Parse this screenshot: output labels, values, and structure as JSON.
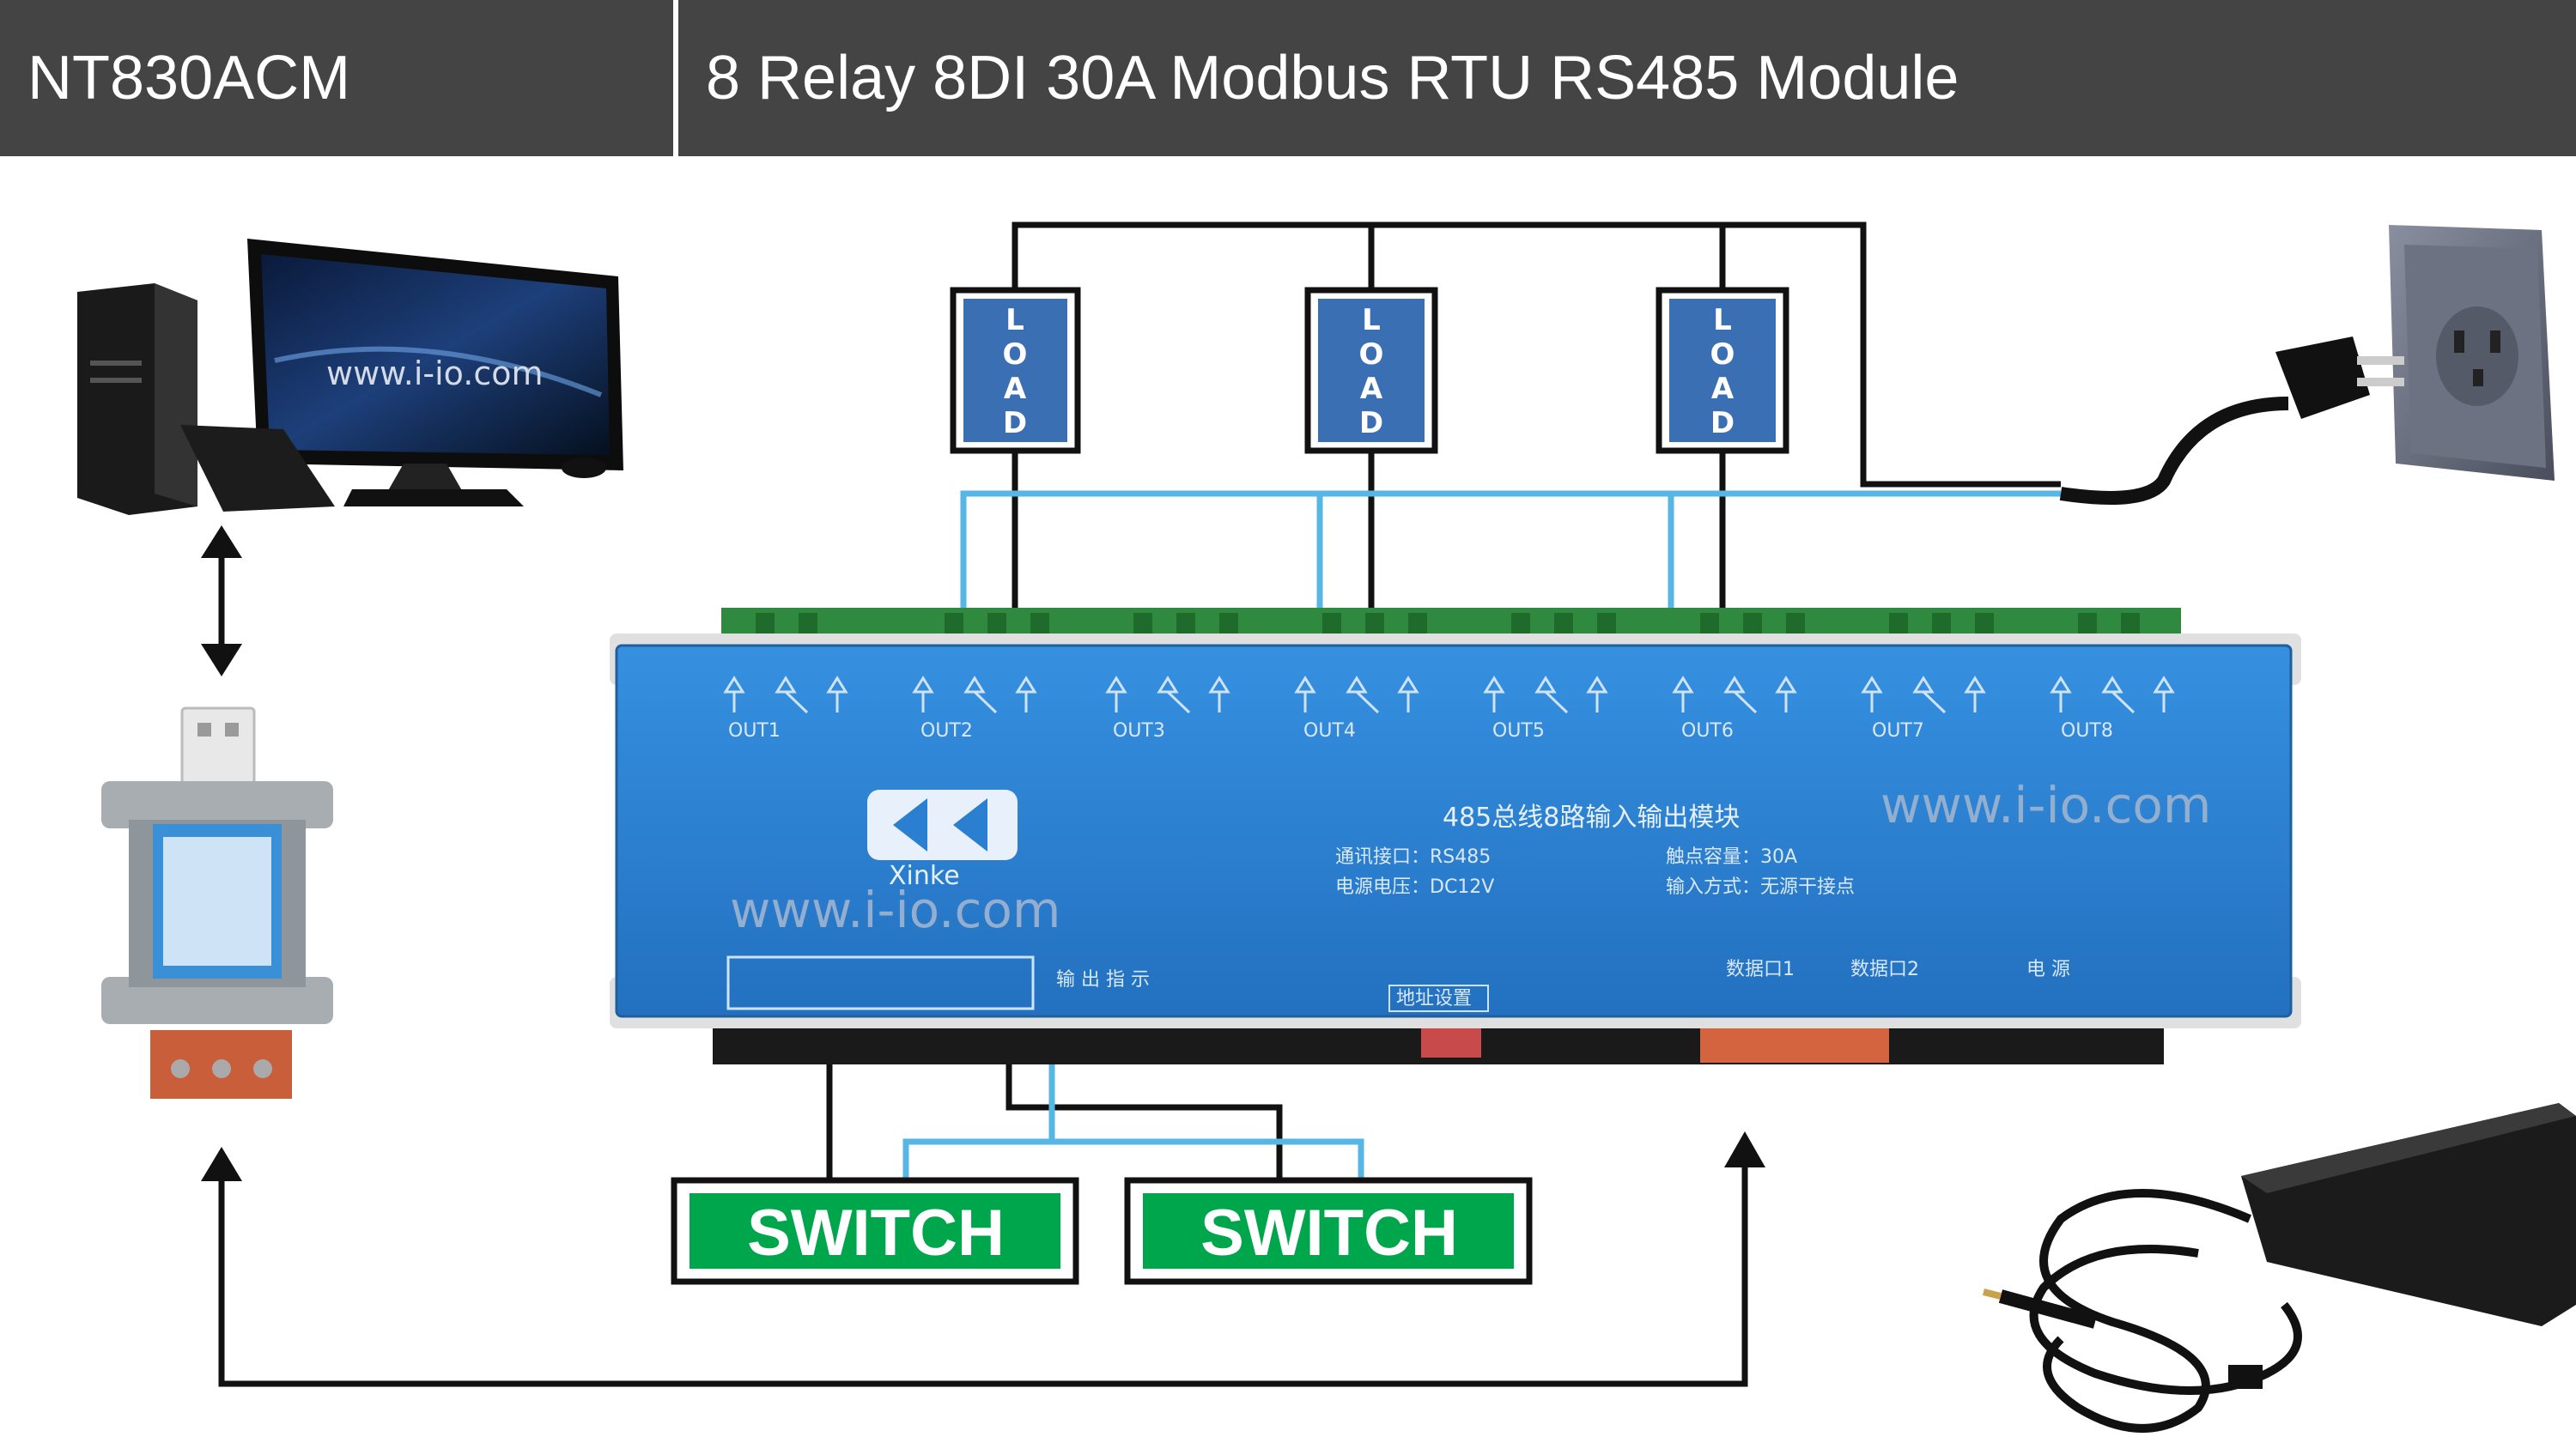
{
  "header": {
    "model": "NT830ACM",
    "title": "8 Relay 8DI 30A Modbus RTU RS485 Module"
  },
  "loads": [
    {
      "letters": [
        "L",
        "O",
        "A",
        "D"
      ]
    },
    {
      "letters": [
        "L",
        "O",
        "A",
        "D"
      ]
    },
    {
      "letters": [
        "L",
        "O",
        "A",
        "D"
      ]
    }
  ],
  "switches": [
    {
      "label": "SWITCH"
    },
    {
      "label": "SWITCH"
    }
  ],
  "watermarks": {
    "monitor": "www.i-io.com",
    "module_left": "www.i-io.com",
    "module_right": "www.i-io.com"
  },
  "module": {
    "brand": "Xinke",
    "title_cn": "485总线8路输入输出模块",
    "outputs": [
      "OUT1",
      "OUT2",
      "OUT3",
      "OUT4",
      "OUT5",
      "OUT6",
      "OUT7",
      "OUT8"
    ],
    "specs": {
      "comm": "通讯接口：RS485",
      "power": "电源电压：DC12V",
      "contact": "触点容量：30A",
      "input": "输入方式：无源干接点"
    },
    "labels": {
      "out_indicator": "输 出 指 示",
      "address": "地址设置",
      "port1": "数据口1",
      "port2": "数据口2",
      "power": "电 源"
    }
  },
  "colors": {
    "header_bg": "#444444",
    "module_blue": "#2a7fd0",
    "load_blue": "#3b6fb4",
    "switch_green": "#00a64b",
    "wire_black": "#111111",
    "wire_blue": "#56b6e4",
    "terminal_green": "#3c9a4a"
  }
}
